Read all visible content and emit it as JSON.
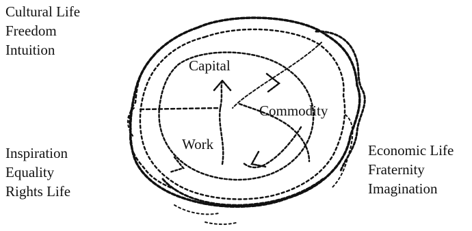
{
  "top_left": {
    "line1": "Cultural Life",
    "line2": "Freedom",
    "line3": "Intuition"
  },
  "bottom_left": {
    "line1": "Inspiration",
    "line2": "Equality",
    "line3": "Rights Life"
  },
  "bottom_right": {
    "line1": "Economic Life",
    "line2": "Fraternity",
    "line3": "Imagination"
  },
  "diagram": {
    "capital_label": "Capital",
    "commodity_label": "Commodity",
    "work_label": "Work",
    "stroke_color": "#111111"
  }
}
